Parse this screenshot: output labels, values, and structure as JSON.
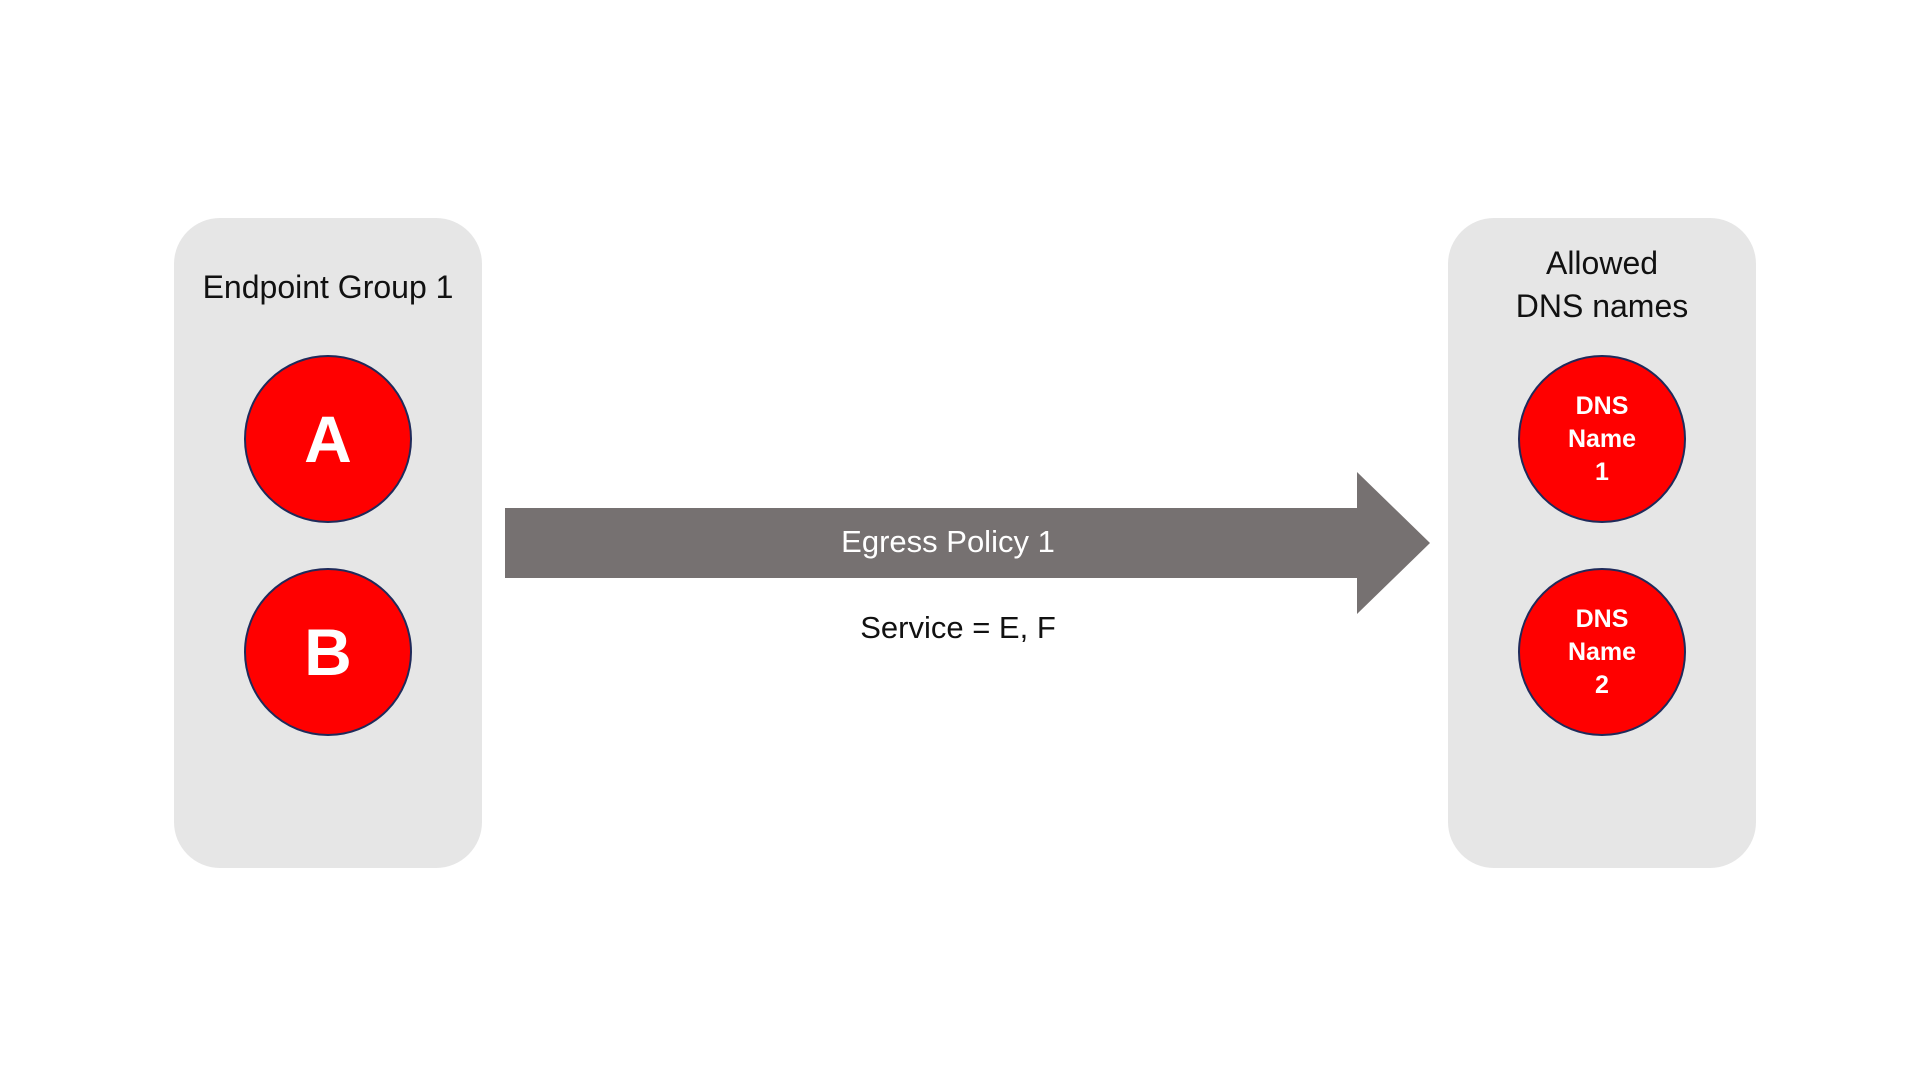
{
  "diagram": {
    "source_group": {
      "title": "Endpoint Group 1",
      "nodes": [
        {
          "label": "A"
        },
        {
          "label": "B"
        }
      ]
    },
    "destination_group": {
      "title_lines": [
        "Allowed",
        "DNS names"
      ],
      "nodes": [
        {
          "lines": [
            "DNS",
            "Name",
            "1"
          ]
        },
        {
          "lines": [
            "DNS",
            "Name",
            "2"
          ]
        }
      ]
    },
    "policy": {
      "label": "Egress Policy 1",
      "service": "Service = E, F"
    }
  },
  "colors": {
    "background": "#ffffff",
    "box_fill": "#e6e6e6",
    "node_fill": "#ff0000",
    "node_border": "#1f2a5a",
    "node_text": "#ffffff",
    "arrow_fill": "#767171",
    "text": "#111111"
  }
}
